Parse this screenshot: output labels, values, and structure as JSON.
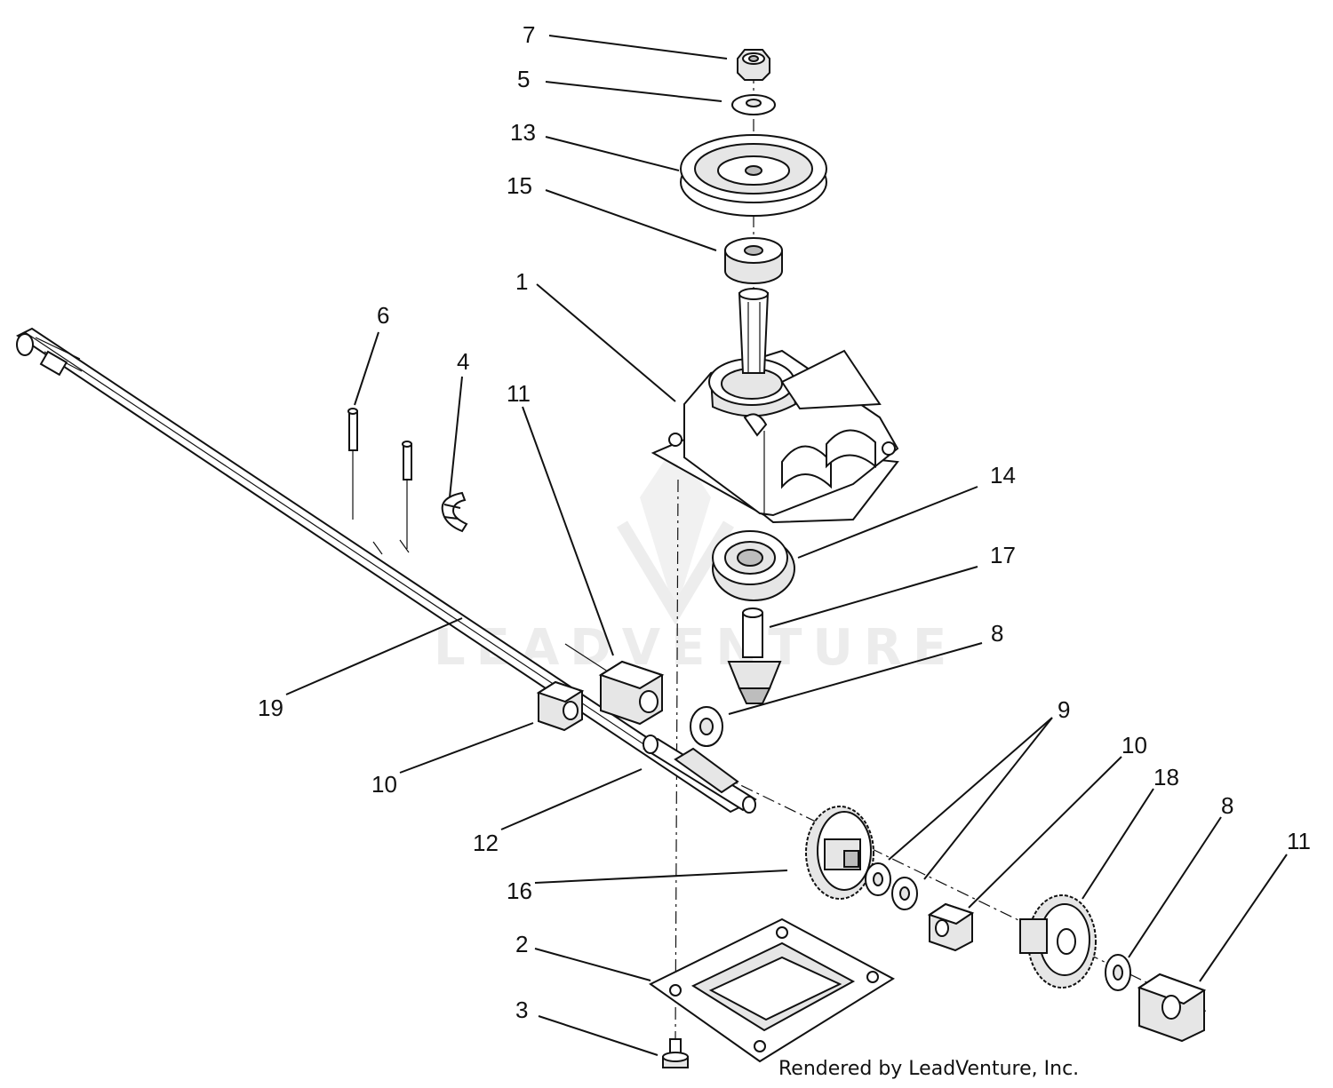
{
  "callouts": {
    "c7": "7",
    "c5": "5",
    "c13": "13",
    "c15": "15",
    "c1": "1",
    "c6": "6",
    "c4": "4",
    "c11a": "11",
    "c14": "14",
    "c17": "17",
    "c8a": "8",
    "c19": "19",
    "c9": "9",
    "c10a": "10",
    "c10b": "10",
    "c18": "18",
    "c8b": "8",
    "c11b": "11",
    "c12": "12",
    "c16": "16",
    "c2": "2",
    "c3": "3"
  },
  "watermark": "LEADVENTURE",
  "credit": "Rendered by LeadVenture, Inc."
}
